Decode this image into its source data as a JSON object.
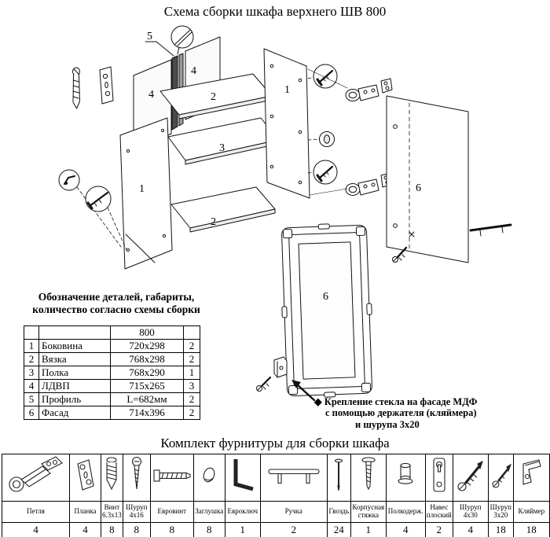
{
  "page": {
    "title": "Схема сборки шкафа верхнего ШВ 800",
    "hardware_title": "Комплект фурнитуры для сборки шкафа"
  },
  "parts_note": {
    "line1": "Обозначение деталей, габариты,",
    "line2": "количество согласно схемы сборки"
  },
  "glass_note": {
    "bullet": "◆",
    "line1": "Крепление стекла на фасаде МДФ",
    "line2": "с помощью держателя (кляймера)",
    "line3": "и шурупа 3x20"
  },
  "diagram": {
    "numbers": {
      "n1": "1",
      "n2": "2",
      "n3": "3",
      "n4": "4",
      "n5": "5",
      "n6": "6"
    }
  },
  "parts_table": {
    "size_header": "800",
    "rows": [
      {
        "num": "1",
        "name": "Боковина",
        "size": "720x298",
        "qty": "2"
      },
      {
        "num": "2",
        "name": "Вязка",
        "size": "768x298",
        "qty": "2"
      },
      {
        "num": "3",
        "name": "Полка",
        "size": "768x290",
        "qty": "1"
      },
      {
        "num": "4",
        "name": "ЛДВП",
        "size": "715x265",
        "qty": "3"
      },
      {
        "num": "5",
        "name": "Профиль",
        "size": "L=682мм",
        "qty": "2"
      },
      {
        "num": "6",
        "name": "Фасад",
        "size": "714x396",
        "qty": "2"
      }
    ]
  },
  "hardware_table": {
    "items": [
      {
        "name": "Петля",
        "qty": "4",
        "icon": "hinge-icon"
      },
      {
        "name": "Планка",
        "qty": "4",
        "icon": "plate-icon"
      },
      {
        "name": "Винт 6.3x13",
        "qty": "8",
        "icon": "bolt-icon"
      },
      {
        "name": "Шуруп 4x16",
        "qty": "8",
        "icon": "screw-vertical-icon"
      },
      {
        "name": "Евровинт",
        "qty": "8",
        "icon": "euroscrew-icon"
      },
      {
        "name": "Заглушка",
        "qty": "8",
        "icon": "cap-icon"
      },
      {
        "name": "Евроключ",
        "qty": "1",
        "icon": "hexkey-icon"
      },
      {
        "name": "Ручка",
        "qty": "2",
        "icon": "handle-icon"
      },
      {
        "name": "Гвоздь",
        "qty": "24",
        "icon": "nail-icon"
      },
      {
        "name": "Корпусная стяжка",
        "qty": "1",
        "icon": "cabinet-bolt-icon"
      },
      {
        "name": "Полкодерж.",
        "qty": "4",
        "icon": "shelf-support-icon"
      },
      {
        "name": "Навес плоский",
        "qty": "2",
        "icon": "flat-hanger-icon"
      },
      {
        "name": "Шуруп 4x30",
        "qty": "4",
        "icon": "screw-diagonal-icon"
      },
      {
        "name": "Шуруп 3x20",
        "qty": "18",
        "icon": "screw-diagonal-small-icon"
      },
      {
        "name": "Кляймер",
        "qty": "18",
        "icon": "clamp-icon"
      }
    ]
  }
}
